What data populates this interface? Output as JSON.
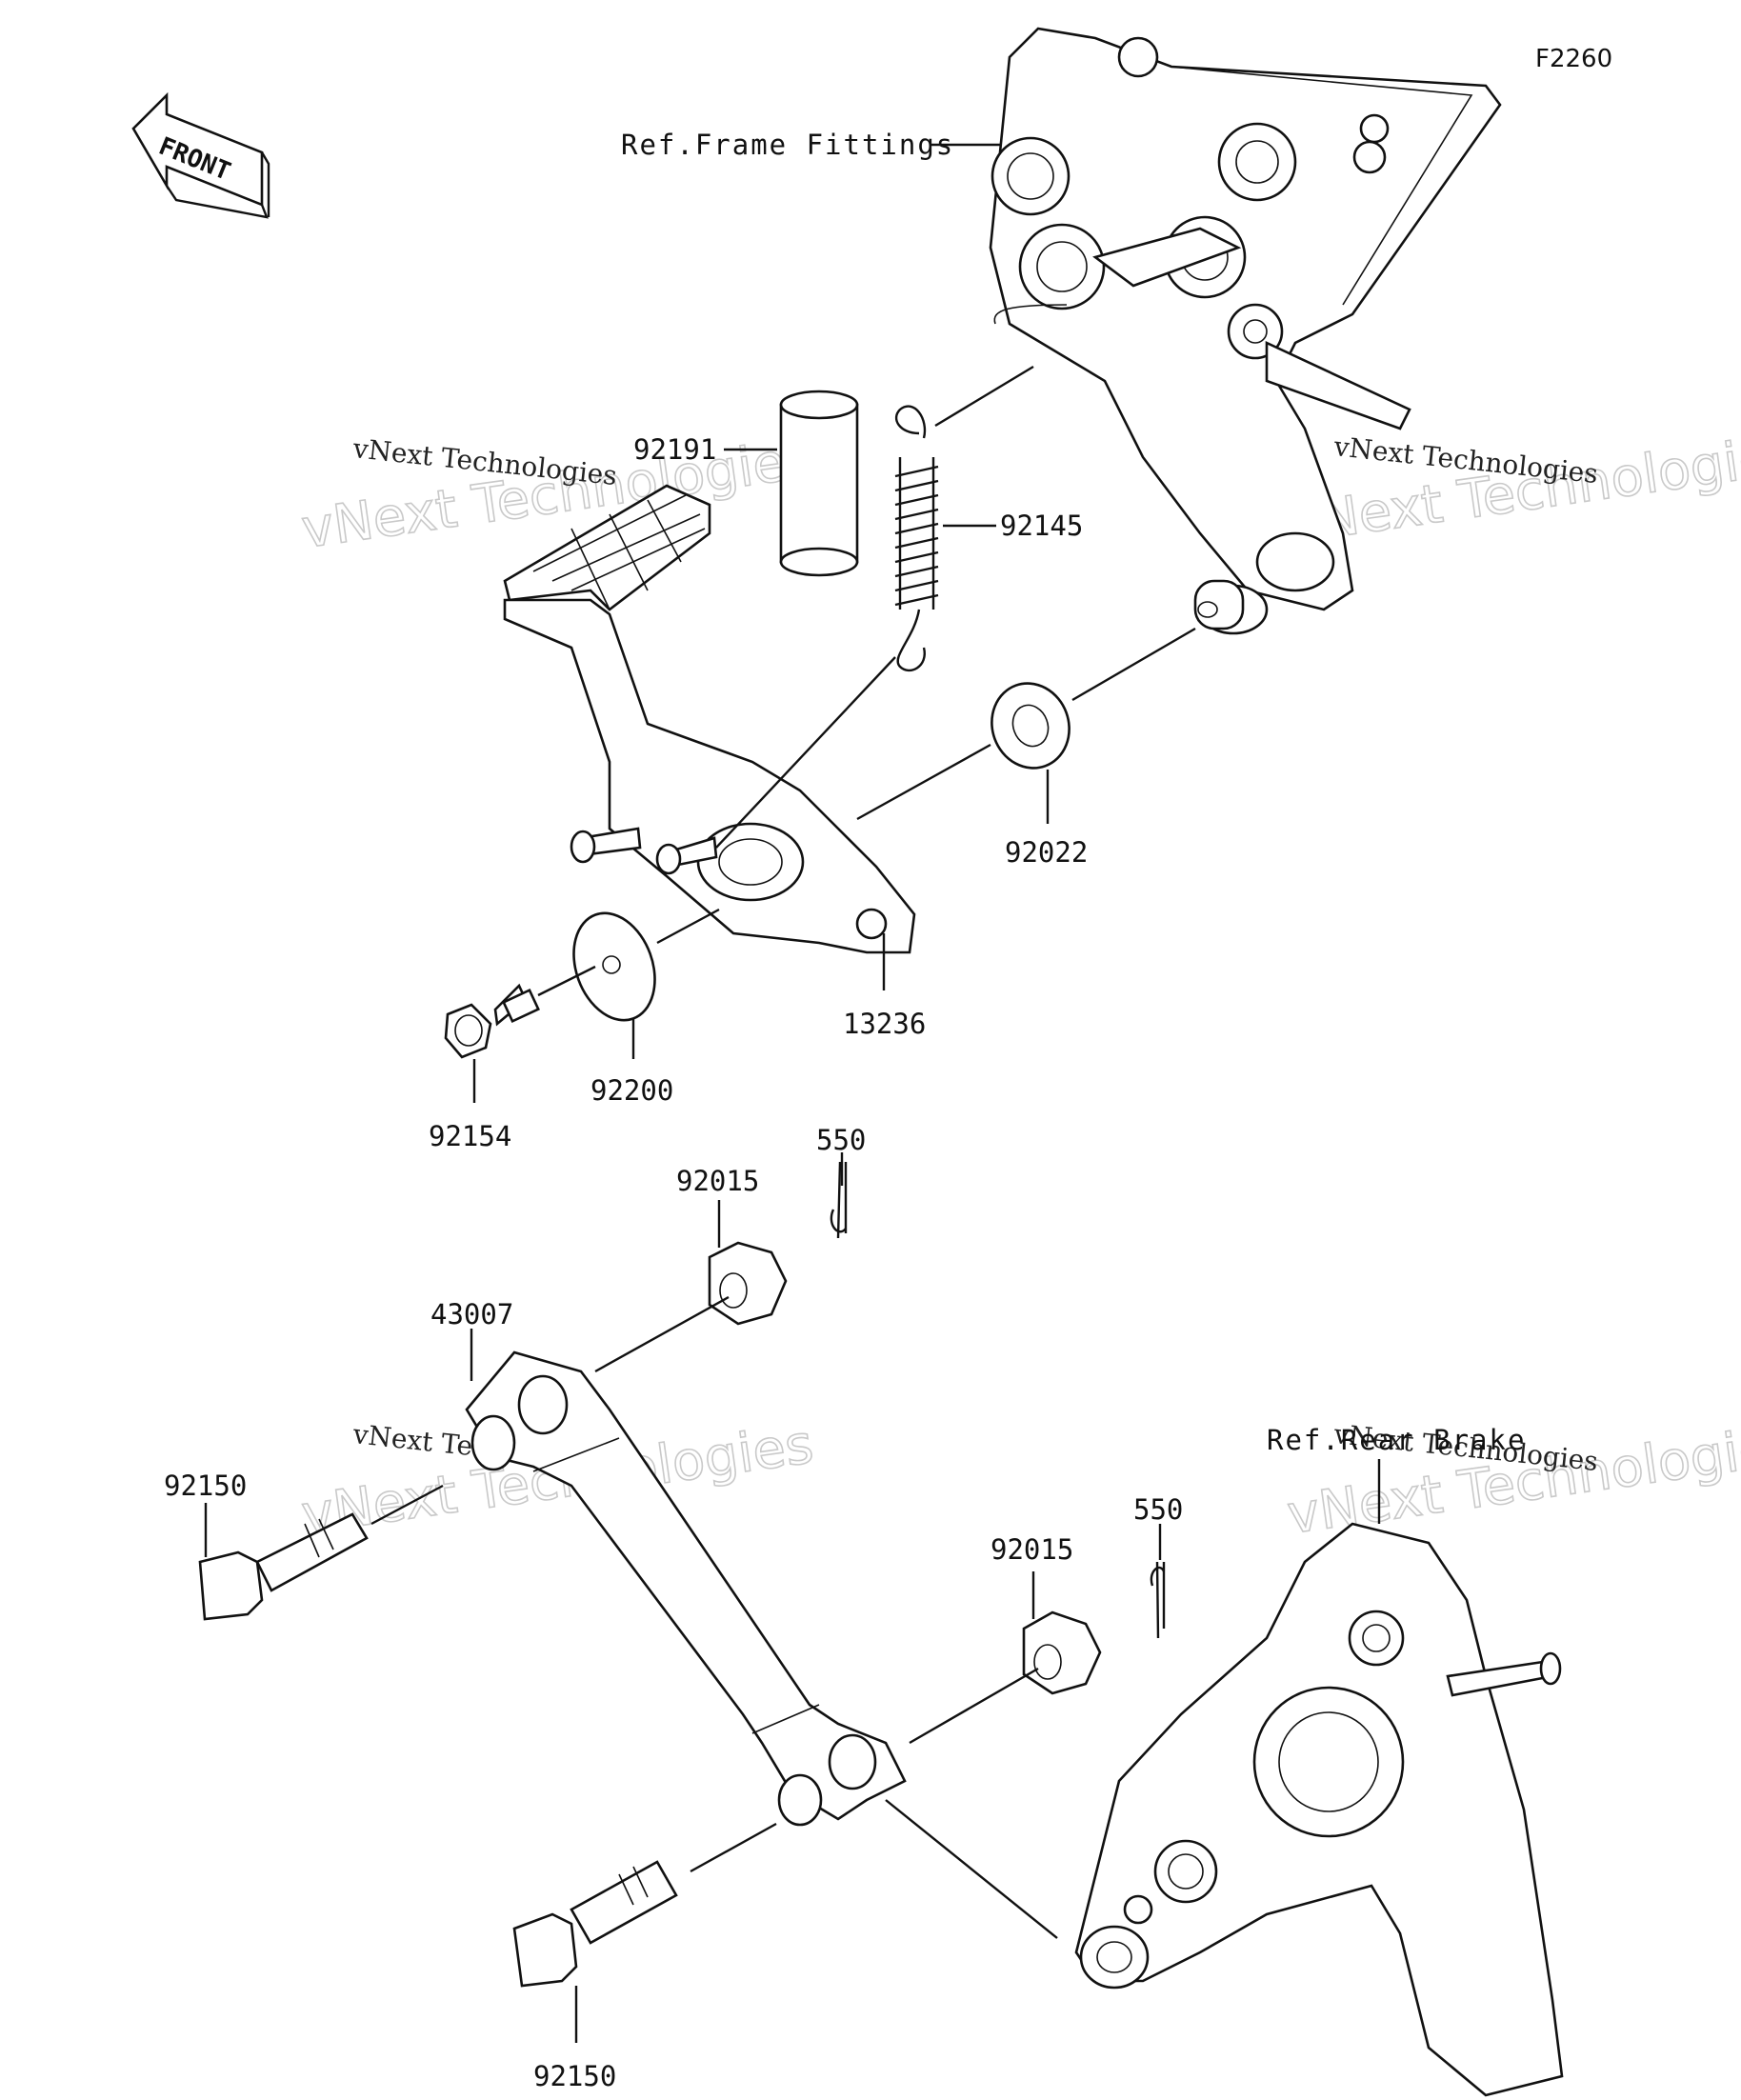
{
  "diagram_code": "F2260",
  "front_label": "FRONT",
  "references": {
    "frame_fittings": "Ref.Frame Fittings",
    "brake": "Ref.Rear Brake"
  },
  "parts": {
    "p92191": "92191",
    "p92145": "92145",
    "p92022": "92022",
    "p13236": "13236",
    "p92200": "92200",
    "p92154": "92154",
    "p550_top": "550",
    "p92015_top": "92015",
    "p43007": "43007",
    "p92150_top": "92150",
    "p550_bottom": "550",
    "p92015_bottom": "92015",
    "p92150_bottom": "92150"
  },
  "watermarks": [
    {
      "line1": "vNext Technologies",
      "line2": "vNext Technologies"
    },
    {
      "line1": "vNext Technologies",
      "line2": "vNext Technologies"
    },
    {
      "line1": "vNext Technologies",
      "line2": "vNext Technologies"
    },
    {
      "line1": "vNext Technologies",
      "line2": "vNext Technologies"
    }
  ]
}
